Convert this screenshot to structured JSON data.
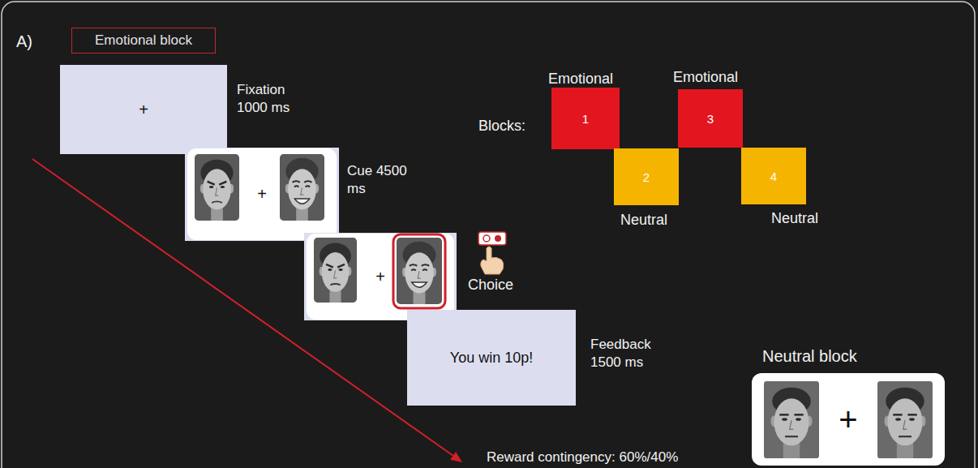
{
  "diagram": {
    "nodes": [
      {
        "text": [
          "Emotional block"
        ]
      },
      {
        "text": [
          "+"
        ]
      },
      {
        "text": [
          "+"
        ]
      },
      {
        "text": [
          "+"
        ]
      },
      {
        "text": [
          "You win 10p!"
        ]
      },
      {
        "text": [
          "1"
        ]
      },
      {
        "text": [
          "2"
        ]
      },
      {
        "text": [
          "3"
        ]
      },
      {
        "text": [
          "4"
        ]
      },
      {
        "text": [
          "+"
        ]
      }
    ],
    "labels": [
      "A)",
      "Fixation 1000 ms",
      "Cue 4500 ms",
      "Choice",
      "Feedback 1500 ms",
      "Blocks:",
      "Emotional",
      "Emotional",
      "Neutral",
      "Neutral",
      "Neutral block",
      "Reward contingency: 60%/40%"
    ]
  }
}
